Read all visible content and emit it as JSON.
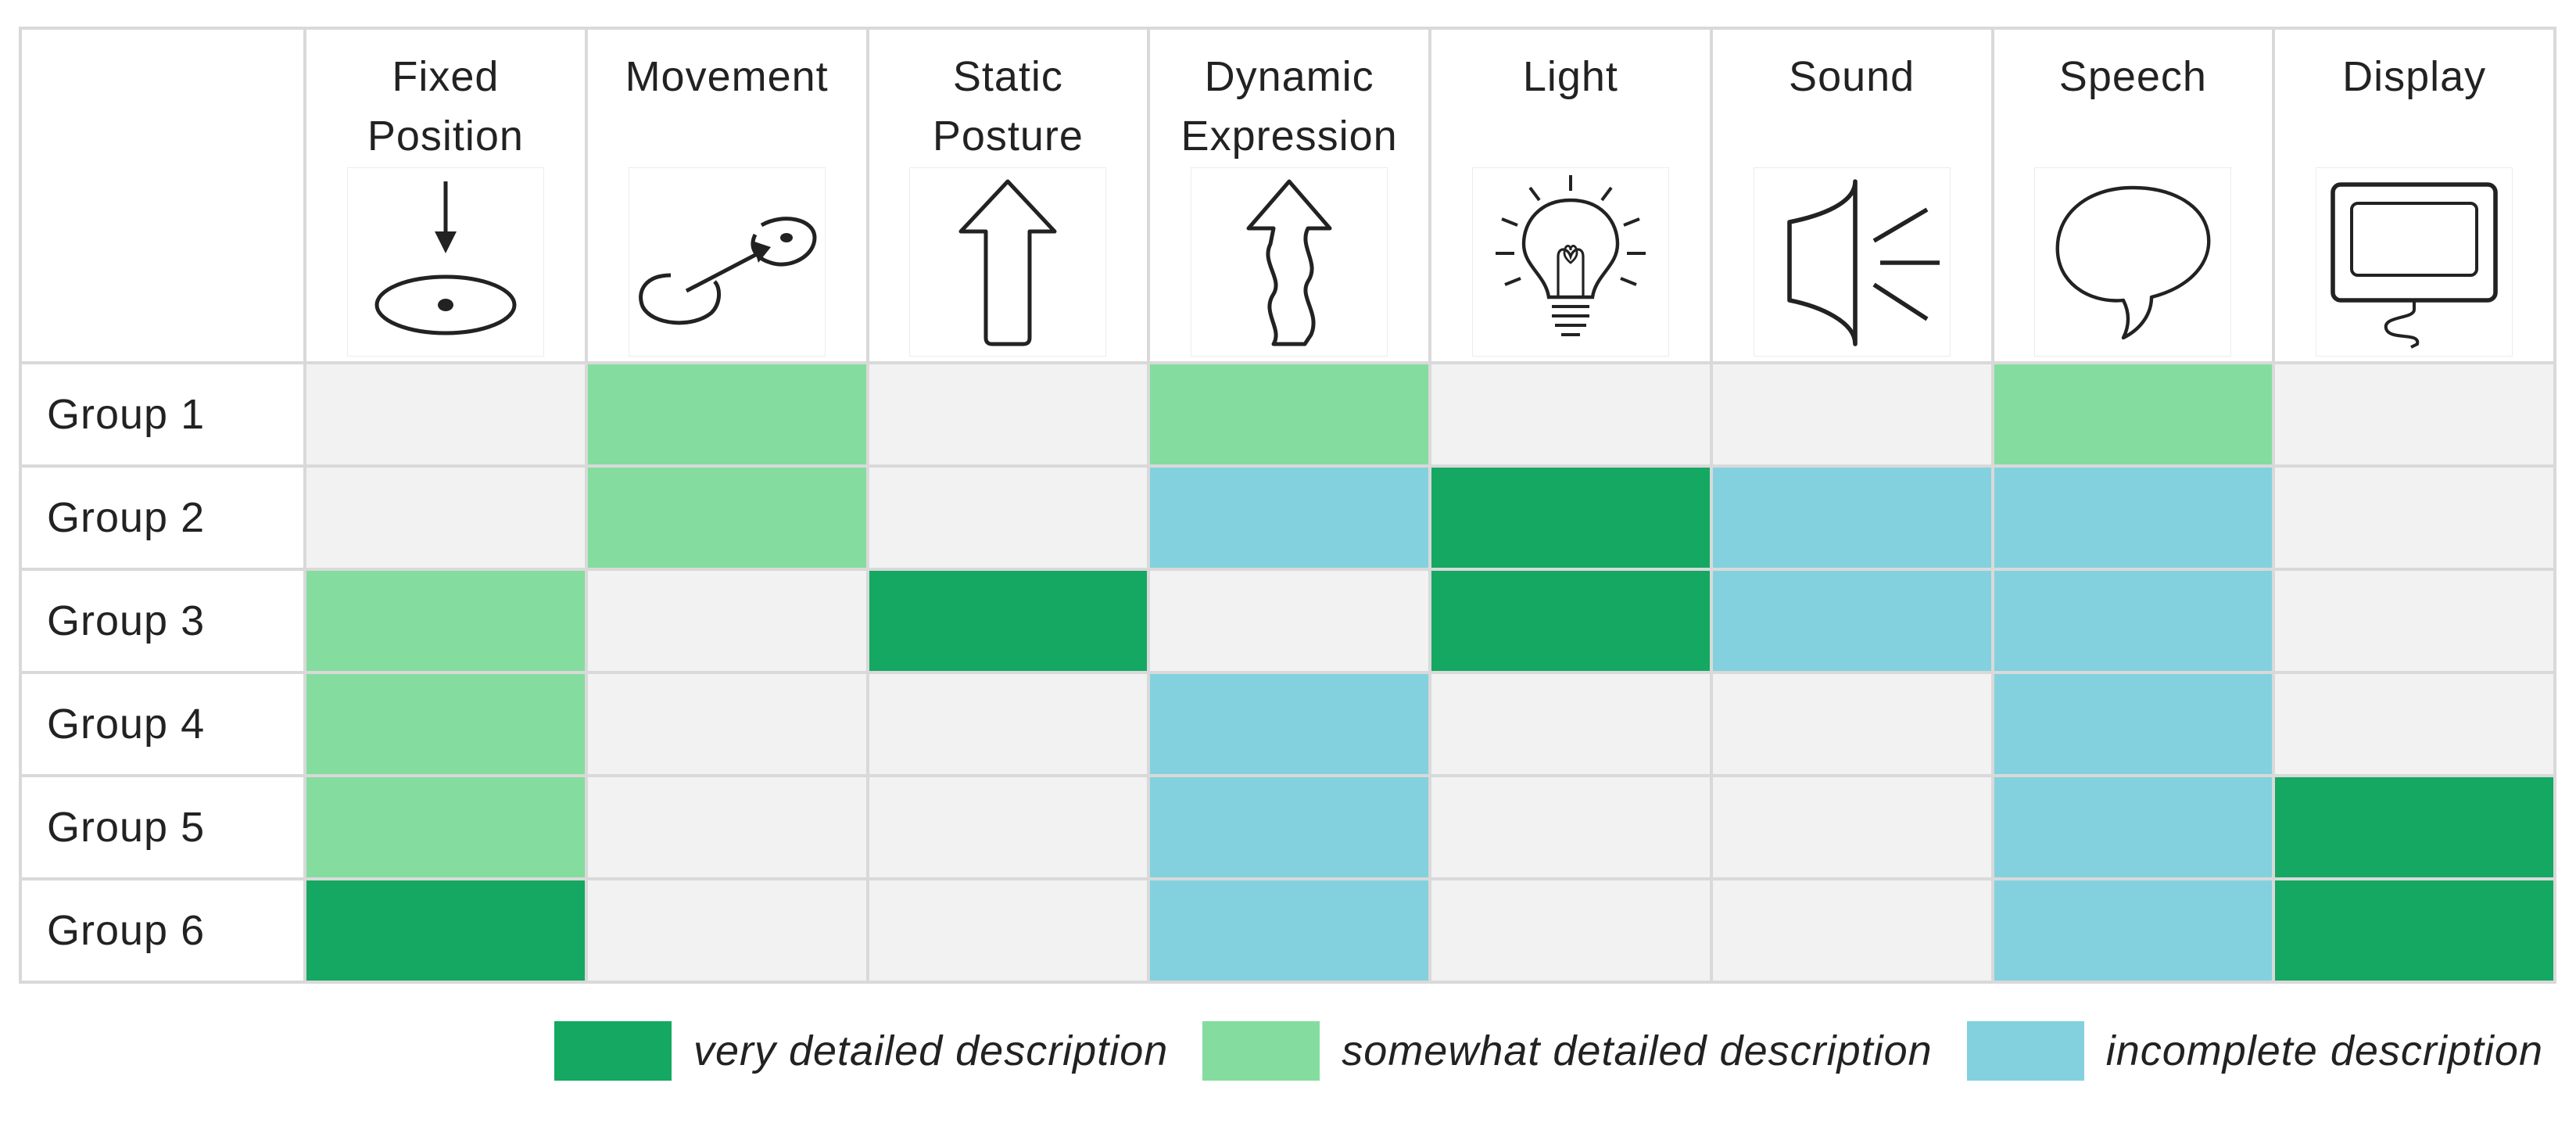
{
  "chart_data": {
    "type": "heatmap",
    "columns": [
      {
        "label": "Fixed\nPosition",
        "icon": "fixed-position-icon"
      },
      {
        "label": "Movement",
        "icon": "movement-icon"
      },
      {
        "label": "Static\nPosture",
        "icon": "static-posture-icon"
      },
      {
        "label": "Dynamic\nExpression",
        "icon": "dynamic-expression-icon"
      },
      {
        "label": "Light",
        "icon": "light-bulb-icon"
      },
      {
        "label": "Sound",
        "icon": "speaker-icon"
      },
      {
        "label": "Speech",
        "icon": "speech-bubble-icon"
      },
      {
        "label": "Display",
        "icon": "display-monitor-icon"
      }
    ],
    "rows": [
      "Group 1",
      "Group 2",
      "Group 3",
      "Group 4",
      "Group 5",
      "Group 6"
    ],
    "levels": {
      "very": {
        "label": "very detailed description",
        "color": "#14a862"
      },
      "somewhat": {
        "label": "somewhat detailed description",
        "color": "#84dd9e"
      },
      "incomplete": {
        "label": "incomplete description",
        "color": "#83d1de"
      },
      "none": {
        "color": "#f2f2f2"
      }
    },
    "legend_order": [
      "very",
      "somewhat",
      "incomplete"
    ],
    "values": [
      [
        "none",
        "somewhat",
        "none",
        "somewhat",
        "none",
        "none",
        "somewhat",
        "none"
      ],
      [
        "none",
        "somewhat",
        "none",
        "incomplete",
        "very",
        "incomplete",
        "incomplete",
        "none"
      ],
      [
        "somewhat",
        "none",
        "very",
        "none",
        "very",
        "incomplete",
        "incomplete",
        "none"
      ],
      [
        "somewhat",
        "none",
        "none",
        "incomplete",
        "none",
        "none",
        "incomplete",
        "none"
      ],
      [
        "somewhat",
        "none",
        "none",
        "incomplete",
        "none",
        "none",
        "incomplete",
        "very"
      ],
      [
        "very",
        "none",
        "none",
        "incomplete",
        "none",
        "none",
        "incomplete",
        "very"
      ]
    ]
  }
}
